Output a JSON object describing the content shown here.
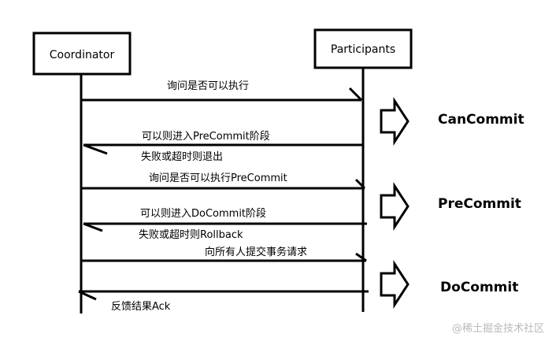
{
  "actors": {
    "coordinator": "Coordinator",
    "participants": "Participants"
  },
  "messages": [
    {
      "id": "m1",
      "label": "询问是否可以执行",
      "direction": "right"
    },
    {
      "id": "m2",
      "label": "可以则进入PreCommit阶段",
      "direction": "left"
    },
    {
      "id": "m3",
      "label": "失败或超时则退出",
      "direction": "left"
    },
    {
      "id": "m4",
      "label": "询问是否可以执行PreCommit",
      "direction": "right"
    },
    {
      "id": "m5",
      "label": "可以则进入DoCommit阶段",
      "direction": "left"
    },
    {
      "id": "m6",
      "label": "失败或超时则Rollback",
      "direction": "left"
    },
    {
      "id": "m7",
      "label": "向所有人提交事务请求",
      "direction": "right"
    },
    {
      "id": "m8",
      "label": "反馈结果Ack",
      "direction": "left"
    }
  ],
  "phases": [
    {
      "id": "p1",
      "label": "CanCommit"
    },
    {
      "id": "p2",
      "label": "PreCommit"
    },
    {
      "id": "p3",
      "label": "DoCommit"
    }
  ],
  "watermark": "@稀土掘金技术社区"
}
